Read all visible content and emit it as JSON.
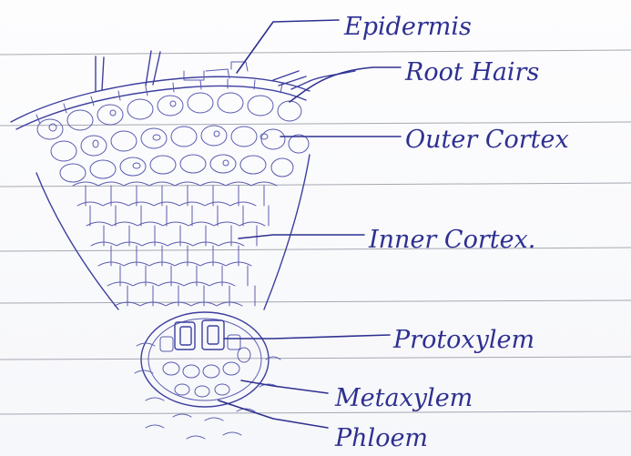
{
  "labels": {
    "epidermis": "Epidermis",
    "root_hairs": "Root Hairs",
    "outer_cortex": "Outer Cortex",
    "inner_cortex": "Inner Cortex.",
    "protoxylem": "Protoxylem",
    "metaxylem": "Metaxylem",
    "phloem": "Phloem"
  },
  "colors": {
    "ink": "#2e3090",
    "paper": "#fbfbfd",
    "ruled_lines": "#8a8d99"
  }
}
